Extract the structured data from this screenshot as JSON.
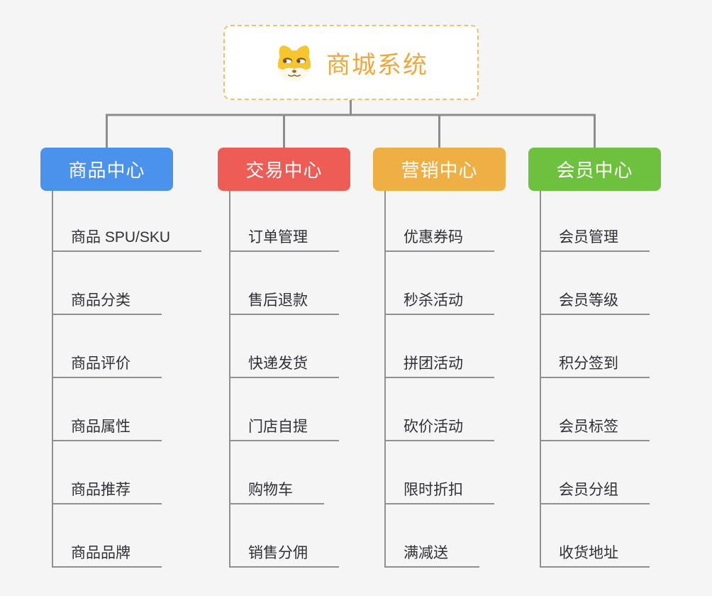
{
  "page": {
    "background": "#f5f5f6",
    "connector_color": "#8c8c8c",
    "leaf_line_color": "#909090",
    "leaf_text_color": "#303036"
  },
  "root": {
    "title": "商城系统",
    "title_color": "#f0a73c",
    "border_color": "#f5bf6b",
    "icon": "dog-face-icon"
  },
  "branches": [
    {
      "label": "商品中心",
      "color": "#4b92ec",
      "items": [
        "商品 SPU/SKU",
        "商品分类",
        "商品评价",
        "商品属性",
        "商品推荐",
        "商品品牌"
      ]
    },
    {
      "label": "交易中心",
      "color": "#ee5c56",
      "items": [
        "订单管理",
        "售后退款",
        "快递发货",
        "门店自提",
        "购物车",
        "销售分佣"
      ]
    },
    {
      "label": "营销中心",
      "color": "#eeb044",
      "items": [
        "优惠券码",
        "秒杀活动",
        "拼团活动",
        "砍价活动",
        "限时折扣",
        "满减送"
      ]
    },
    {
      "label": "会员中心",
      "color": "#6ec13e",
      "items": [
        "会员管理",
        "会员等级",
        "积分签到",
        "会员标签",
        "会员分组",
        "收货地址"
      ]
    }
  ]
}
